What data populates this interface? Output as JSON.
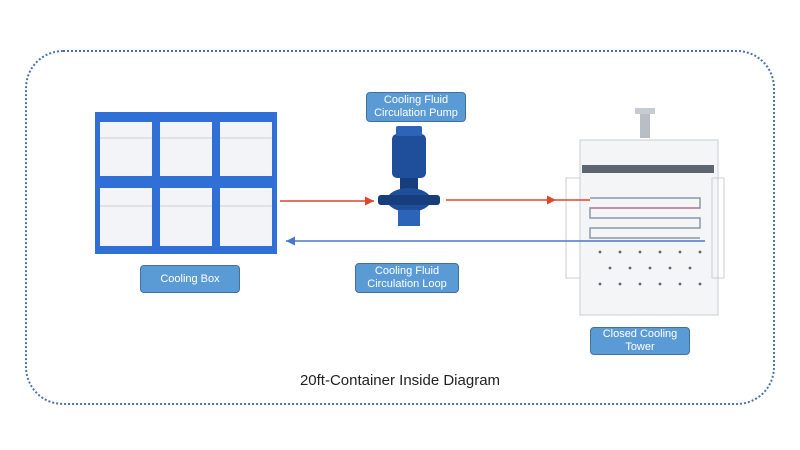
{
  "labels": {
    "pump": [
      "Cooling Fluid",
      "Circulation Pump"
    ],
    "box": [
      "Cooling Box"
    ],
    "loop": [
      "Cooling Fluid",
      "Circulation Loop"
    ],
    "tower": [
      "Closed Cooling",
      "Tower"
    ]
  },
  "caption": "20ft-Container Inside Diagram",
  "colors": {
    "frame": "#4f73a8",
    "label_fill": "#5b9bd5",
    "box_blue": "#2f6fd6",
    "hot_line": "#e0442a",
    "cold_line": "#4a78c8",
    "pump_blue": "#1f4f9a"
  },
  "icons": {
    "box": "cooling-box-rack-icon",
    "pump": "circulation-pump-icon",
    "tower": "closed-cooling-tower-icon"
  }
}
